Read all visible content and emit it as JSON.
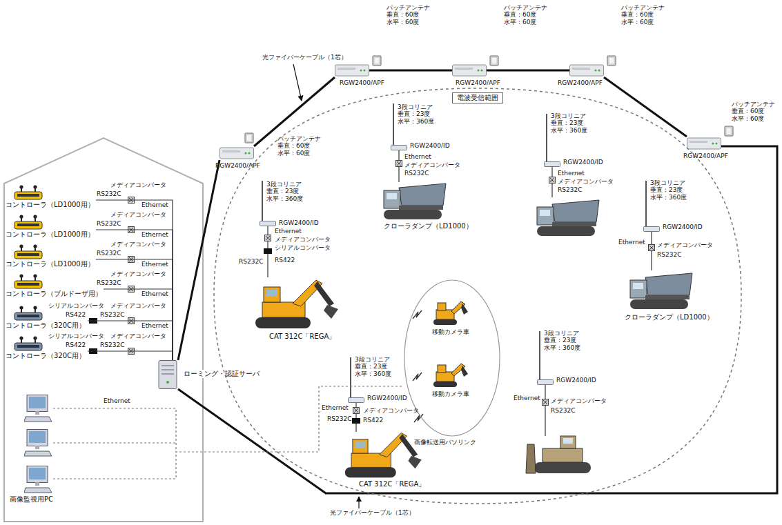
{
  "diagram": {
    "nodes": [
      {
        "text": [
          "コントローラ（LD1000用）"
        ]
      },
      {
        "text": [
          "コントローラ（LD1000用）"
        ]
      },
      {
        "text": [
          "コントローラ（LD1000用）"
        ]
      },
      {
        "text": [
          "コントローラ（ブルドーザ用）"
        ]
      },
      {
        "text": [
          "コントローラ（320C用）"
        ]
      },
      {
        "text": [
          "コントローラ（320C用）"
        ]
      },
      {
        "text": [
          "ローミング・認証サーバ"
        ]
      },
      {
        "text": [
          "画像監視用PC"
        ]
      },
      {
        "text": [
          "パッチアンテナ 垂直：60度 水平：60度",
          "RGW2400/APF"
        ]
      },
      {
        "text": [
          "パッチアンテナ 垂直：60度 水平：60度",
          "RGW2400/APF"
        ]
      },
      {
        "text": [
          "パッチアンテナ 垂直：60度 水平：60度",
          "RGW2400/APF"
        ]
      },
      {
        "text": [
          "パッチアンテナ 垂直：60度 水平：60度",
          "RGW2400/APF"
        ]
      },
      {
        "text": [
          "パッチアンテナ 垂直：60度 水平：60度",
          "RGW2400/APF"
        ]
      },
      {
        "text": [
          "電波受信範囲"
        ]
      },
      {
        "text": [
          "3段コリニア 垂直：23度 水平：360度",
          "RGW2400/ID",
          "Ethernet",
          "メディアコンバータ",
          "シリアルコンバータ",
          "RS232C",
          "RS422",
          "CAT 312C「REGA」"
        ],
        "in": 13
      },
      {
        "text": [
          "3段コリニア 垂直：23度 水平：360度",
          "RGW2400/ID",
          "Ethernet",
          "メディアコンバータ",
          "RS232C",
          "クローラダンプ（LD1000）"
        ],
        "in": 13
      },
      {
        "text": [
          "画像転送用パソリンク"
        ],
        "in": 13
      },
      {
        "text": [
          "移動カメラ車"
        ],
        "in": 16
      },
      {
        "text": [
          "移動カメラ車"
        ],
        "in": 16
      },
      {
        "text": [
          "3段コリニア 垂直：23度 水平：360度",
          "RGW2400/ID",
          "Ethernet",
          "メディアコンバータ",
          "RS232C",
          "RS422",
          "CAT 312C「REGA」"
        ],
        "in": 13
      },
      {
        "text": [
          "3段コリニア 垂直：23度 水平：360度",
          "RGW2400/ID",
          "Ethernet",
          "メディアコンバータ",
          "RS232C"
        ],
        "in": 13
      },
      {
        "text": [
          "3段コリニア 垂直：23度 水平：360度",
          "RGW2400/ID",
          "Ethernet",
          "メディアコンバータ",
          "RS232C",
          "クローラダンプ（LD1000）"
        ],
        "in": 13
      },
      {
        "text": [
          "3段コリニア 垂直：23度 水平：360度",
          "RGW2400/ID",
          "Ethernet",
          "メディアコンバータ",
          "RS232C"
        ],
        "in": 13
      }
    ],
    "edges": [
      {
        "from": 0,
        "to": 6,
        "arrow": "none"
      },
      {
        "from": 1,
        "to": 6,
        "arrow": "none"
      },
      {
        "from": 2,
        "to": 6,
        "arrow": "none"
      },
      {
        "from": 3,
        "to": 6,
        "arrow": "none"
      },
      {
        "from": 4,
        "to": 6,
        "arrow": "none"
      },
      {
        "from": 5,
        "to": 6,
        "arrow": "none"
      },
      {
        "from": 6,
        "to": 8,
        "arrow": "none"
      },
      {
        "from": 8,
        "to": 9,
        "arrow": "none"
      },
      {
        "from": 9,
        "to": 10,
        "arrow": "none"
      },
      {
        "from": 10,
        "to": 11,
        "arrow": "none"
      },
      {
        "from": 11,
        "to": 12,
        "arrow": "none"
      },
      {
        "from": 12,
        "to": 6,
        "arrow": "none"
      },
      {
        "from": 7,
        "to": 16,
        "arrow": "none"
      }
    ],
    "labels": [
      "光ファイバーケーブル（1芯）",
      "光ファイバーケーブル（1芯）",
      "メディアコンバータ",
      "RS232C",
      "Ethernet",
      "メディアコンバータ",
      "RS232C",
      "Ethernet",
      "メディアコンバータ",
      "RS232C",
      "Ethernet",
      "メディアコンバータ",
      "RS232C",
      "Ethernet",
      "シリアルコンバータ",
      "メディアコンバータ",
      "RS422",
      "RS232C",
      "Ethernet",
      "シリアルコンバータ",
      "メディアコンバータ",
      "RS422",
      "RS232C",
      "Ethernet"
    ]
  }
}
